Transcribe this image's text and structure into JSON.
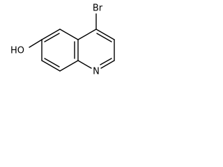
{
  "molecule": {
    "atom_labels": {
      "bromine": "Br",
      "hydroxyl": "HO",
      "nitrogen": "N"
    }
  }
}
